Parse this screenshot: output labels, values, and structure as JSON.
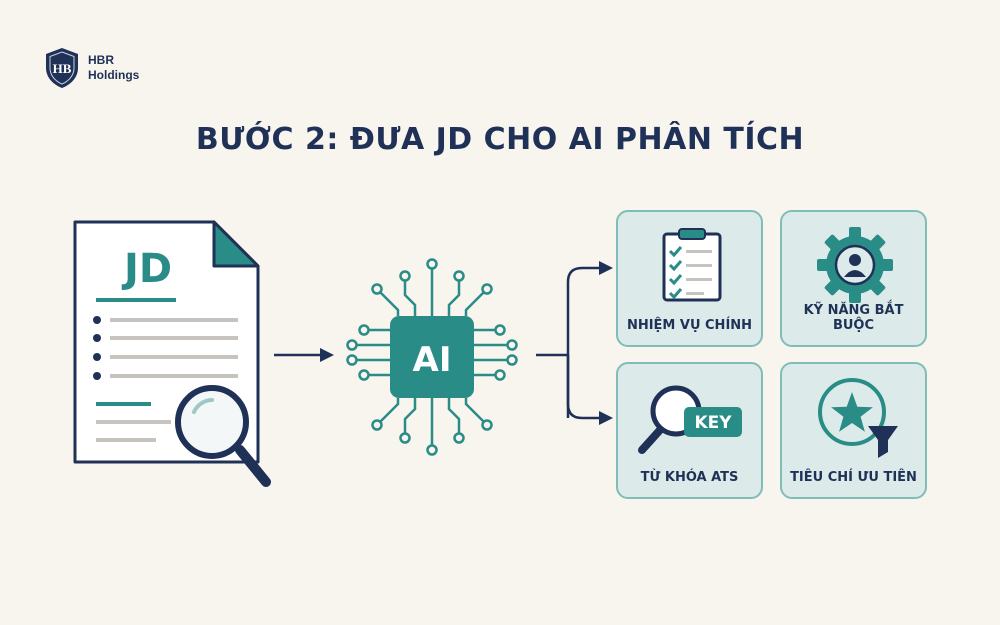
{
  "logo": {
    "line1": "HBR",
    "line2": "Holdings"
  },
  "title": "BƯỚC 2: ĐƯA JD CHO AI PHÂN TÍCH",
  "document": {
    "label": "JD"
  },
  "ai_chip": {
    "label": "AI"
  },
  "cards": [
    {
      "label": "NHIỆM VỤ CHÍNH",
      "icon": "clipboard-checklist-icon"
    },
    {
      "label": "KỸ NĂNG BẮT BUỘC",
      "icon": "gear-person-icon"
    },
    {
      "label": "TỪ KHÓA ATS",
      "icon": "magnifier-key-icon",
      "badge": "KEY"
    },
    {
      "label": "TIÊU CHÍ ƯU TIÊN",
      "icon": "star-filter-icon"
    }
  ],
  "colors": {
    "navy": "#1f3157",
    "teal": "#2a8c87",
    "card_bg": "#dcebe9",
    "card_border": "#7fbdb6",
    "background": "#f8f4ee"
  }
}
